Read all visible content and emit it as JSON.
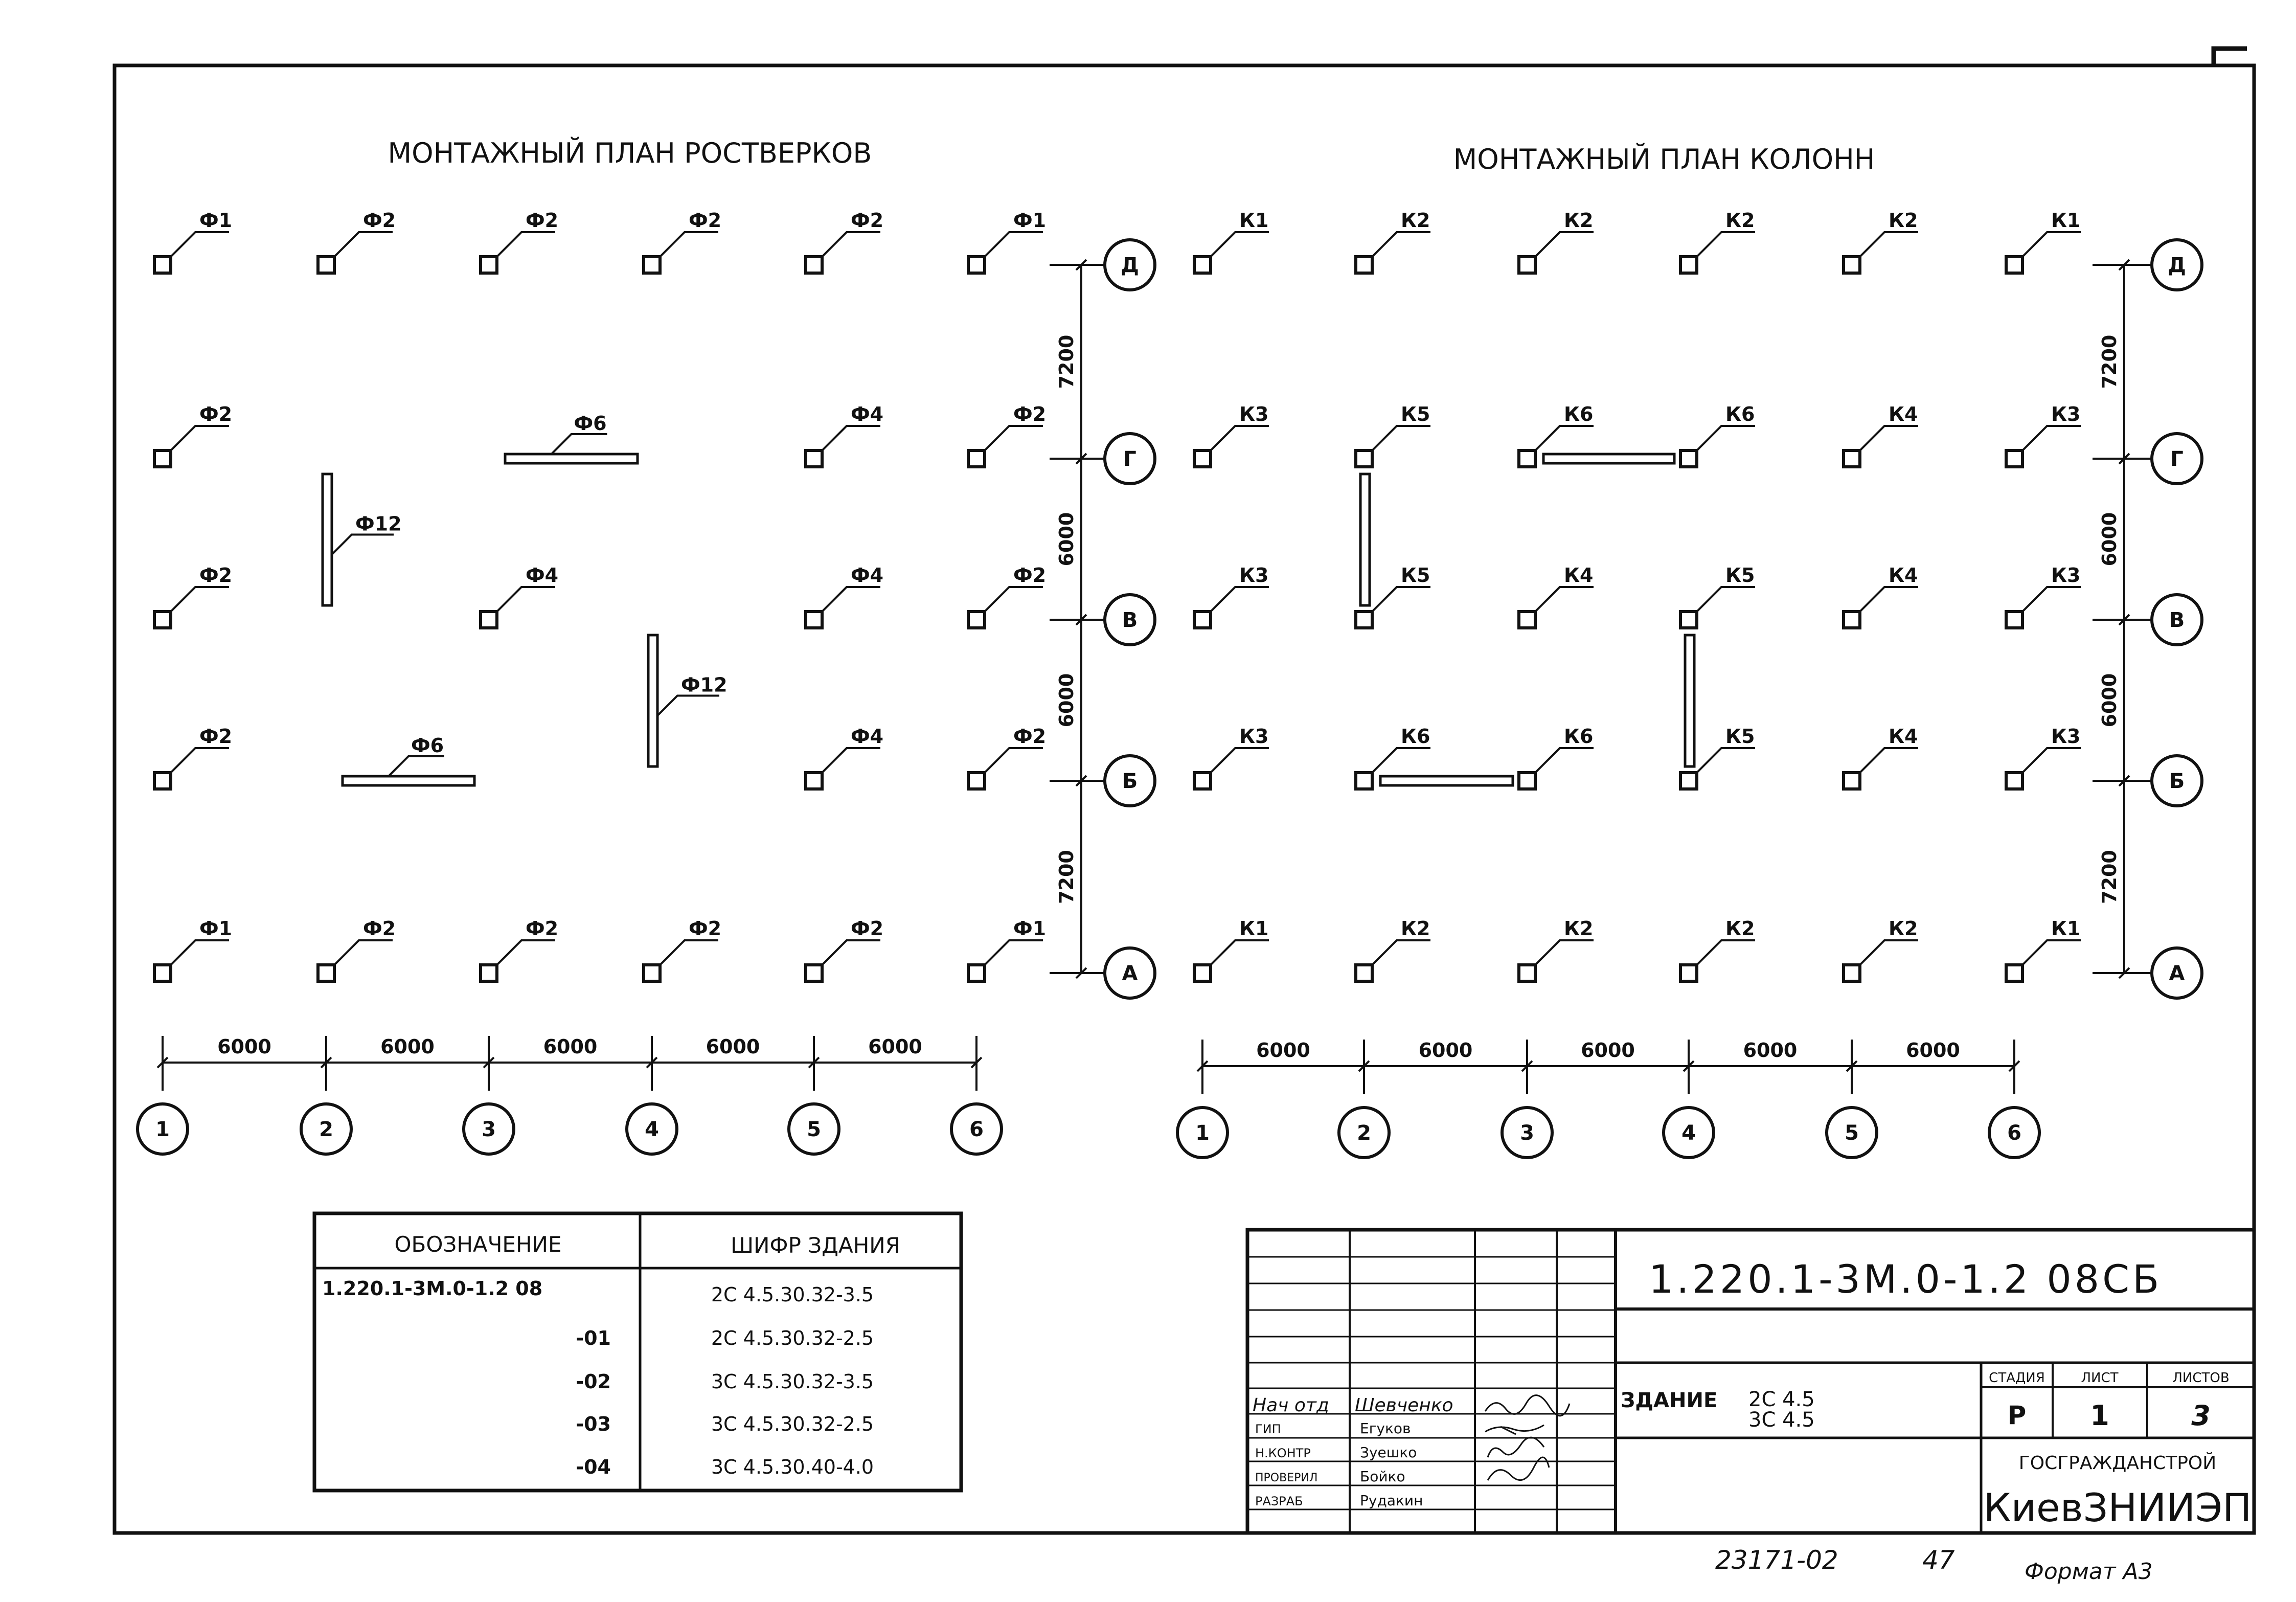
{
  "titles": {
    "left": "МОНТАЖНЫЙ ПЛАН РОСТВЕРКОВ",
    "right": "МОНТАЖНЫЙ ПЛАН КОЛОНН"
  },
  "grid": {
    "col_axes": [
      "1",
      "2",
      "3",
      "4",
      "5",
      "6"
    ],
    "row_axes": [
      "Д",
      "Г",
      "В",
      "Б",
      "А"
    ],
    "col_spacing": [
      "6000",
      "6000",
      "6000",
      "6000",
      "6000"
    ],
    "row_spacing": [
      "7200",
      "6000",
      "6000",
      "7200"
    ]
  },
  "foundation_plan": {
    "rows": [
      [
        "Ф1",
        "Ф2",
        "Ф2",
        "Ф2",
        "Ф2",
        "Ф1"
      ],
      [
        "Ф2",
        "",
        "",
        "",
        "Ф4",
        "Ф2"
      ],
      [
        "Ф2",
        "",
        "Ф4",
        "",
        "Ф4",
        "Ф2"
      ],
      [
        "Ф2",
        "",
        "",
        "",
        "Ф4",
        "Ф2"
      ],
      [
        "Ф1",
        "Ф2",
        "Ф2",
        "Ф2",
        "Ф2",
        "Ф1"
      ]
    ],
    "long_elements": [
      {
        "label": "Ф6",
        "orient": "h",
        "col": 2,
        "row": 1
      },
      {
        "label": "Ф12",
        "orient": "v",
        "col": 1,
        "row": 1
      },
      {
        "label": "Ф12",
        "orient": "v",
        "col": 3,
        "row": 2
      },
      {
        "label": "Ф6",
        "orient": "h",
        "col": 1,
        "row": 3
      }
    ]
  },
  "column_plan": {
    "rows": [
      [
        "К1",
        "К2",
        "К2",
        "К2",
        "К2",
        "К1"
      ],
      [
        "К3",
        "К5",
        "К6",
        "К6",
        "К4",
        "К3"
      ],
      [
        "К3",
        "К5",
        "К4",
        "К5",
        "К4",
        "К3"
      ],
      [
        "К3",
        "К6",
        "К6",
        "К5",
        "К4",
        "К3"
      ],
      [
        "К1",
        "К2",
        "К2",
        "К2",
        "К2",
        "К1"
      ]
    ],
    "beams": [
      {
        "orient": "h",
        "col": 2,
        "row": 1
      },
      {
        "orient": "v",
        "col": 1,
        "row": 1
      },
      {
        "orient": "v",
        "col": 3,
        "row": 2
      },
      {
        "orient": "h",
        "col": 1,
        "row": 3
      }
    ]
  },
  "spec_table": {
    "headers": [
      "ОБОЗНАЧЕНИЕ",
      "ШИФР ЗДАНИЯ"
    ],
    "rows": [
      {
        "designation": "1.220.1-3М.0-1.2 08",
        "code": "2С 4.5.30.32-3.5"
      },
      {
        "designation": "-01",
        "code": "2С 4.5.30.32-2.5"
      },
      {
        "designation": "-02",
        "code": "3С 4.5.30.32-3.5"
      },
      {
        "designation": "-03",
        "code": "3С 4.5.30.32-2.5"
      },
      {
        "designation": "-04",
        "code": "3С 4.5.30.40-4.0"
      }
    ]
  },
  "title_block": {
    "doc_code": "1.220.1-3М.0-1.2 08СБ",
    "building_label": "ЗДАНИЕ",
    "building_values": [
      "2С 4.5",
      "3С 4.5"
    ],
    "stage_header": "СТАДИЯ",
    "sheet_header": "ЛИСТ",
    "sheets_header": "ЛИСТОВ",
    "stage": "Р",
    "sheet": "1",
    "sheets": "3",
    "org_top": "ГОСГРАЖДАНСТРОЙ",
    "org_bottom": "КиевЗНИИЭП",
    "staff": [
      {
        "role": "Нач отд",
        "name": "Шевченко"
      },
      {
        "role": "ГИП",
        "name": "Егуков"
      },
      {
        "role": "Н.КОНТР",
        "name": "Зуешко"
      },
      {
        "role": "ПРОВЕРИЛ",
        "name": "Бойко"
      },
      {
        "role": "РАЗРАБ",
        "name": "Рудакин"
      }
    ]
  },
  "footer": {
    "inventory": "23171-02",
    "page": "47",
    "format": "Формат А3"
  }
}
